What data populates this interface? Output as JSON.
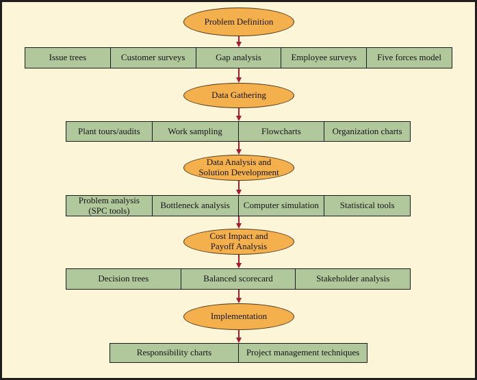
{
  "title": "Problem-solving process flowchart",
  "colors": {
    "background": "#FCF5D8",
    "panel_border": "#221e1f",
    "stage_fill": "#F5B04E",
    "stage_border": "#4a3318",
    "tool_fill": "#B0C89B",
    "tool_border": "#1a1a1a",
    "arrow": "#A31E33",
    "text": "#141414"
  },
  "flow": [
    {
      "stage": "Problem Definition",
      "tools": [
        "Issue trees",
        "Customer surveys",
        "Gap analysis",
        "Employee surveys",
        "Five forces model"
      ]
    },
    {
      "stage": "Data Gathering",
      "tools": [
        "Plant tours/audits",
        "Work sampling",
        "Flowcharts",
        "Organization charts"
      ]
    },
    {
      "stage": "Data Analysis and\nSolution Development",
      "tools": [
        "Problem analysis\n(SPC tools)",
        "Bottleneck analysis",
        "Computer simulation",
        "Statistical tools"
      ]
    },
    {
      "stage": "Cost Impact and\nPayoff Analysis",
      "tools": [
        "Decision trees",
        "Balanced scorecard",
        "Stakeholder analysis"
      ]
    },
    {
      "stage": "Implementation",
      "tools": [
        "Responsibility charts",
        "Project management techniques"
      ]
    }
  ]
}
